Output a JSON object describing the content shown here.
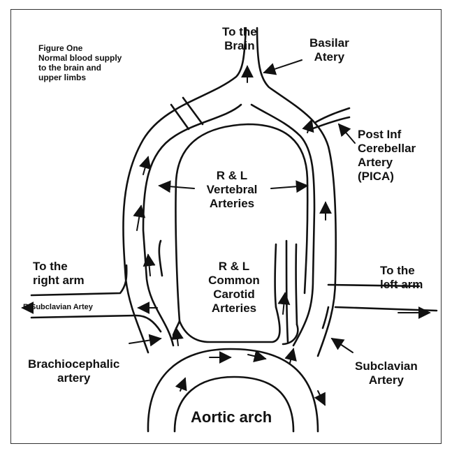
{
  "figure_caption": [
    "Figure One",
    "Normal blood supply",
    "to the brain and",
    "upper limbs"
  ],
  "labels": {
    "to_brain": [
      "To the",
      "Brain"
    ],
    "basilar": [
      "Basilar",
      "Atery"
    ],
    "pica": [
      "Post Inf",
      "Cerebellar",
      "Artery",
      "(PICA)"
    ],
    "vertebral": [
      "R & L",
      "Vertebral",
      "Arteries"
    ],
    "carotid": [
      "R & L",
      "Common",
      "Carotid",
      "Arteries"
    ],
    "right_arm": [
      "To the",
      "right arm"
    ],
    "left_arm": [
      "To the",
      "left arm"
    ],
    "r_subclavian": "R Subclavian Artey",
    "brachiocephalic": [
      "Brachiocephalic",
      "artery"
    ],
    "l_subclavian": [
      "Subclavian",
      "Artery"
    ],
    "aortic_arch": "Aortic arch"
  },
  "colors": {
    "stroke": "#111111",
    "background": "#ffffff",
    "frame": "#333333"
  }
}
